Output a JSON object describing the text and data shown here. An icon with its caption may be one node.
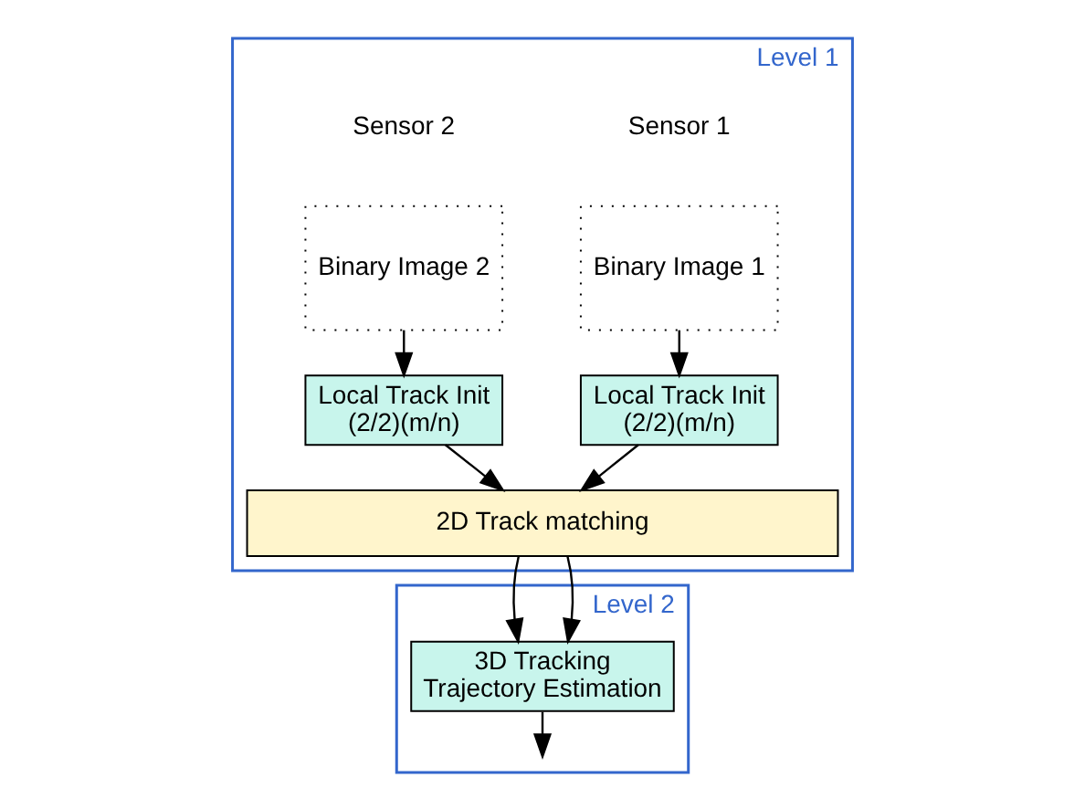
{
  "diagram": {
    "nodes": [
      {
        "text": [
          "Level 1"
        ]
      },
      {
        "text": [
          "Binary Image 1"
        ],
        "in": 0
      },
      {
        "text": [
          "Binary Image 2"
        ],
        "in": 0
      },
      {
        "text": [
          "Local Track Init (2/2)(m/n)"
        ],
        "in": 0
      },
      {
        "text": [
          "Local Track Init (2/2)(m/n)"
        ],
        "in": 0
      },
      {
        "text": [
          "2D Track matching"
        ],
        "in": 0
      },
      {
        "text": [
          "Level 2"
        ]
      },
      {
        "text": [
          "3D Tracking Trajectory Estimation"
        ],
        "in": 6
      }
    ],
    "edges": [
      {
        "from": 1,
        "to": 3,
        "arrow": "to"
      },
      {
        "from": 2,
        "to": 4,
        "arrow": "to"
      },
      {
        "from": 3,
        "to": 5,
        "arrow": "to"
      },
      {
        "from": 4,
        "to": 5,
        "arrow": "to"
      },
      {
        "from": 5,
        "to": 7,
        "arrow": "to"
      },
      {
        "from": 5,
        "to": 7,
        "arrow": "to"
      },
      {
        "from": 7,
        "to": null,
        "arrow": "to"
      }
    ],
    "labels": [
      "Sensor 1",
      "Sensor 2"
    ]
  }
}
